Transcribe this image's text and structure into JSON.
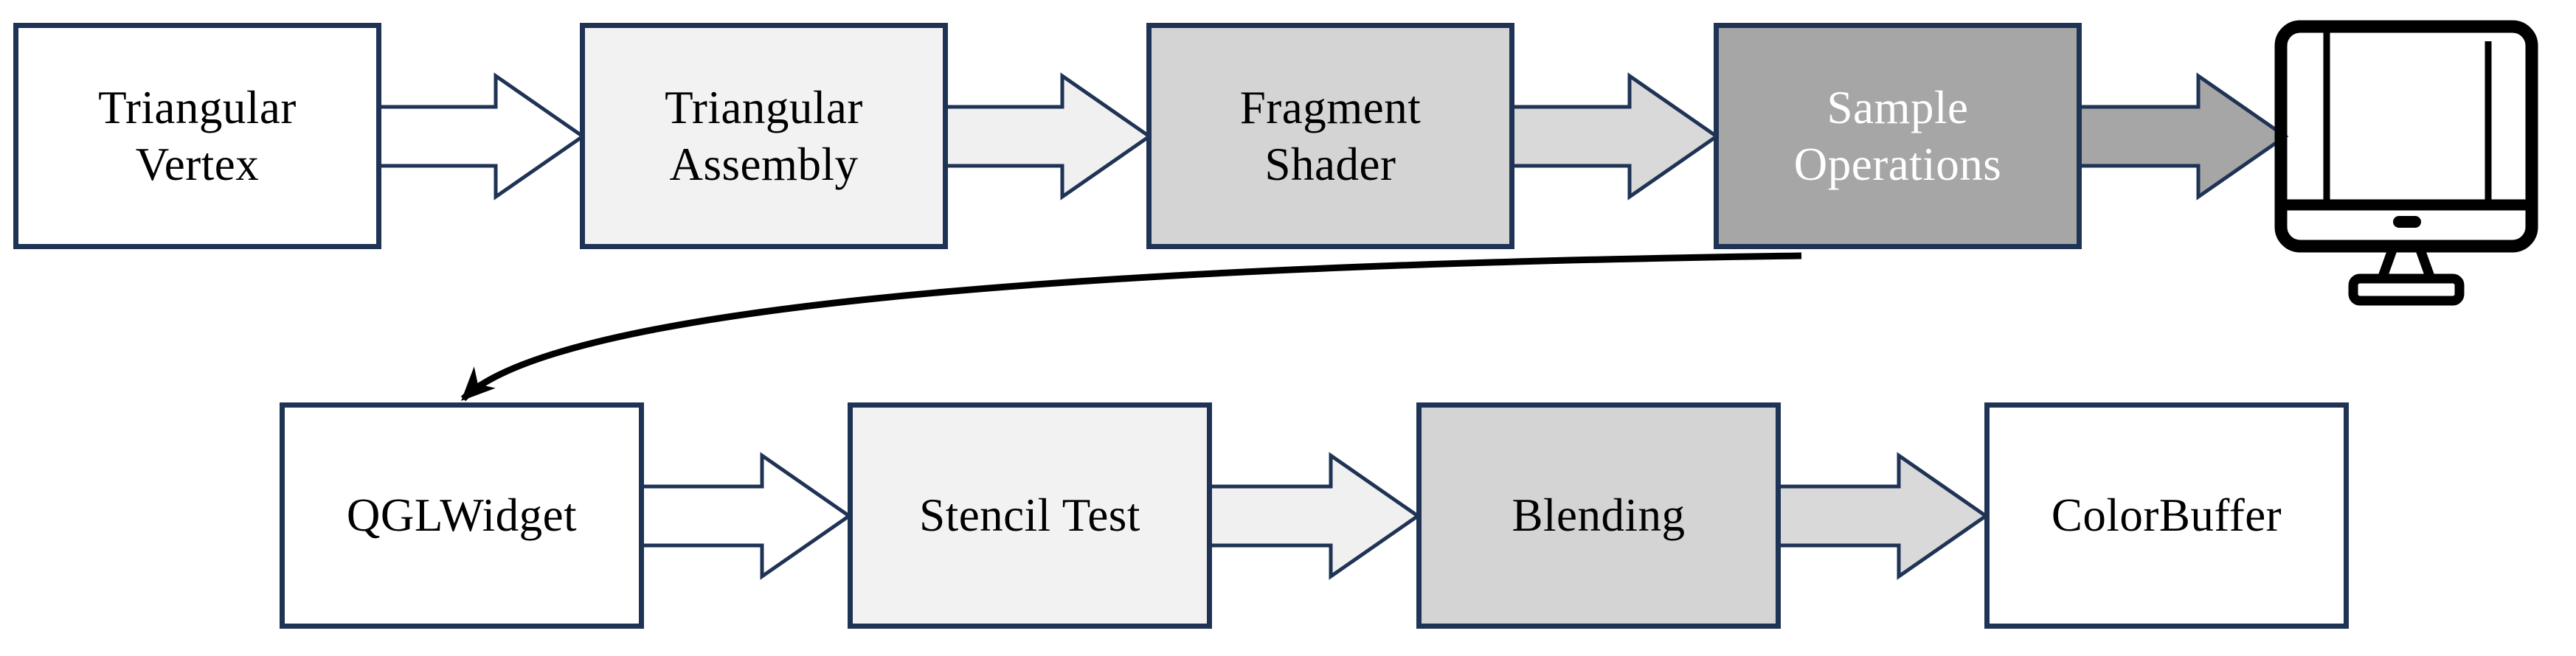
{
  "diagram": {
    "description": "Rendering pipeline flowchart",
    "colors": {
      "node_border": "#1F3355",
      "connector": "#000000",
      "background": "#FFFFFF"
    },
    "nodes": {
      "top": [
        {
          "label": "Triangular\nVertex",
          "fill": "#FFFFFF",
          "text_color": "#000000"
        },
        {
          "label": "Triangular\nAssembly",
          "fill": "#F2F2F2",
          "text_color": "#000000"
        },
        {
          "label": "Fragment\nShader",
          "fill": "#D4D4D4",
          "text_color": "#000000"
        },
        {
          "label": "Sample\nOperations",
          "fill": "#A6A6A6",
          "text_color": "#FFFFFF"
        }
      ],
      "bottom": [
        {
          "label": "QGLWidget",
          "fill": "#FFFFFF",
          "text_color": "#000000"
        },
        {
          "label": "Stencil Test",
          "fill": "#F2F2F2",
          "text_color": "#000000"
        },
        {
          "label": "Blending",
          "fill": "#D4D4D4",
          "text_color": "#000000"
        },
        {
          "label": "ColorBuffer",
          "fill": "#FFFFFF",
          "text_color": "#000000"
        }
      ]
    },
    "arrows": {
      "top": [
        {
          "from": "Triangular Vertex",
          "to": "Triangular Assembly",
          "fill": "#FFFFFF"
        },
        {
          "from": "Triangular Assembly",
          "to": "Fragment Shader",
          "fill": "#F0F0F0"
        },
        {
          "from": "Fragment Shader",
          "to": "Sample Operations",
          "fill": "#D9D9D9"
        },
        {
          "from": "Sample Operations",
          "to": "Display Monitor",
          "fill": "#A6A6A6"
        }
      ],
      "bottom": [
        {
          "from": "QGLWidget",
          "to": "Stencil Test",
          "fill": "#FFFFFF"
        },
        {
          "from": "Stencil Test",
          "to": "Blending",
          "fill": "#F0F0F0"
        },
        {
          "from": "Blending",
          "to": "ColorBuffer",
          "fill": "#D9D9D9"
        }
      ]
    },
    "connector": {
      "from": "Sample Operations",
      "to": "QGLWidget",
      "style": "curved-arrow",
      "color": "#000000"
    },
    "icons": {
      "monitor": "desktop-monitor-icon"
    }
  }
}
